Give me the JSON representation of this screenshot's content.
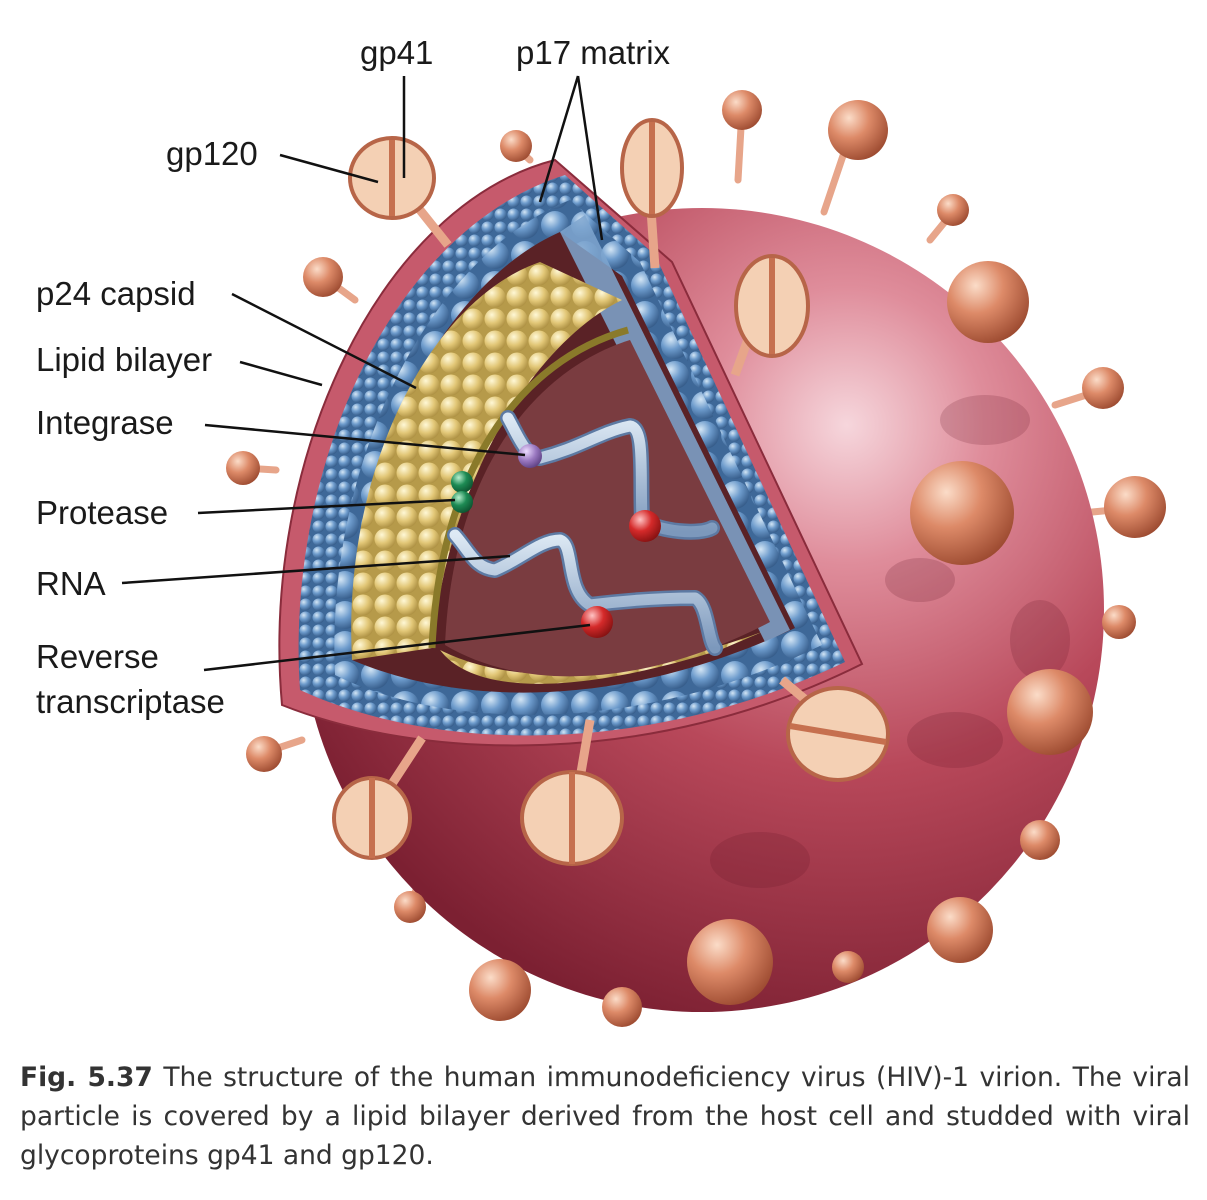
{
  "labels": {
    "gp41": "gp41",
    "p17": "p17 matrix",
    "gp120": "gp120",
    "p24": "p24 capsid",
    "lipid": "Lipid bilayer",
    "integrase": "Integrase",
    "protease": "Protease",
    "rna": "RNA",
    "rt_line1": "Reverse",
    "rt_line2": "transcriptase"
  },
  "caption": {
    "figure_number": "Fig. 5.37",
    "text": "The structure of the human immunodeficiency virus (HIV)-1 virion. The viral particle is covered by a lipid bilayer derived from the host cell and studded with viral glycoproteins gp41 and gp120."
  },
  "colors": {
    "envelope": "#b8485a",
    "envelope_highlight": "#f6d6dc",
    "envelope_shadow": "#7c2032",
    "matrix": "#4d78a8",
    "capsid": "#e2c777",
    "core": "#7a3c40",
    "knob": "#dd8a68",
    "cut_knob": "#f4d0b4",
    "rna": "#a9c2dc",
    "integrase": "#9a78c0",
    "protease": "#1d8b54",
    "reverse_transcriptase": "#d52a2a"
  }
}
